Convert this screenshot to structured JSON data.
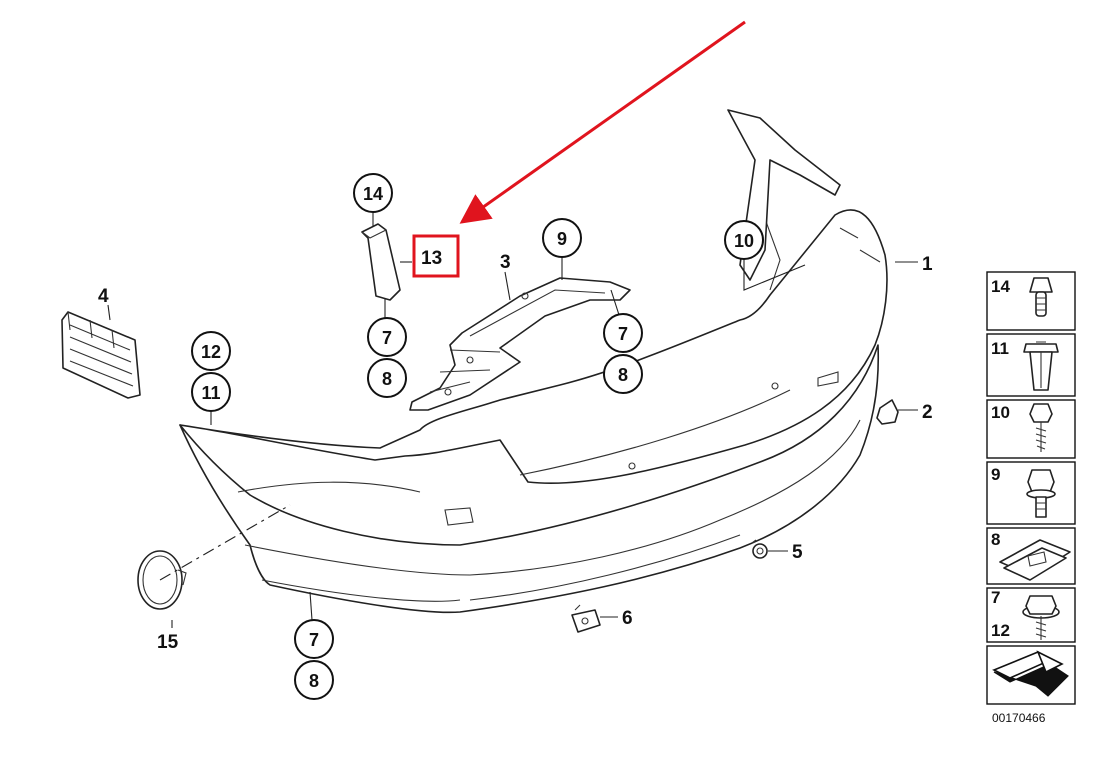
{
  "diagram": {
    "reference_number": "00170466",
    "highlight_color": "#e0141e",
    "callouts": {
      "bumper_cover": "1",
      "cap_small": "2",
      "bracket_center": "3",
      "grille_left": "4",
      "sensor_clip": "5",
      "sensor_holder": "6",
      "fastener_7": "7",
      "fastener_8": "8",
      "fastener_9": "9",
      "fastener_10": "10",
      "fastener_11": "11",
      "fastener_12": "12",
      "guide_strip": "13",
      "fastener_14": "14",
      "tow_hook_cover": "15"
    },
    "fastener_key": [
      {
        "label": "14",
        "icon": "push-rivet-icon"
      },
      {
        "label": "11",
        "icon": "expanding-nut-icon"
      },
      {
        "label": "10",
        "icon": "self-tapping-screw-icon"
      },
      {
        "label": "9",
        "icon": "collar-bolt-icon"
      },
      {
        "label": "8",
        "icon": "spring-nut-icon"
      },
      {
        "label": "7",
        "label2": "12",
        "icon": "hex-bolt-icon"
      },
      {
        "label": "",
        "icon": "forward-arrow-icon"
      }
    ]
  }
}
